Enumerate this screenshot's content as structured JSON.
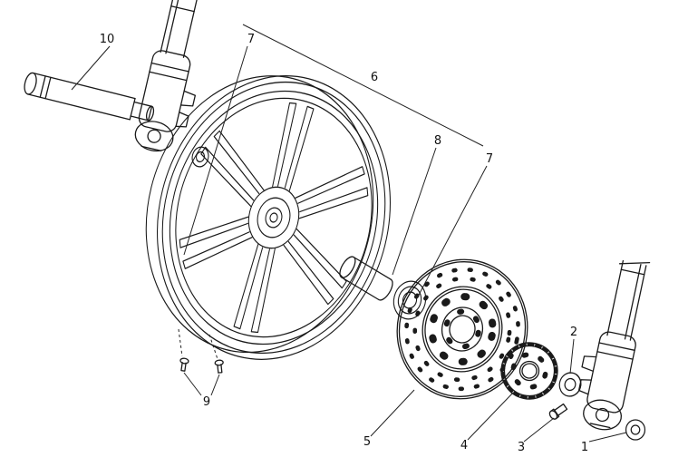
{
  "colors": {
    "background": "#ffffff",
    "line": "#1a1a1a",
    "label": "#111111"
  },
  "callouts": [
    {
      "label": "10"
    },
    {
      "label": "7"
    },
    {
      "label": "6"
    },
    {
      "label": "8"
    },
    {
      "label": "7"
    },
    {
      "label": "9"
    },
    {
      "label": "5"
    },
    {
      "label": "4"
    },
    {
      "label": "3"
    },
    {
      "label": "2"
    },
    {
      "label": "1"
    }
  ]
}
